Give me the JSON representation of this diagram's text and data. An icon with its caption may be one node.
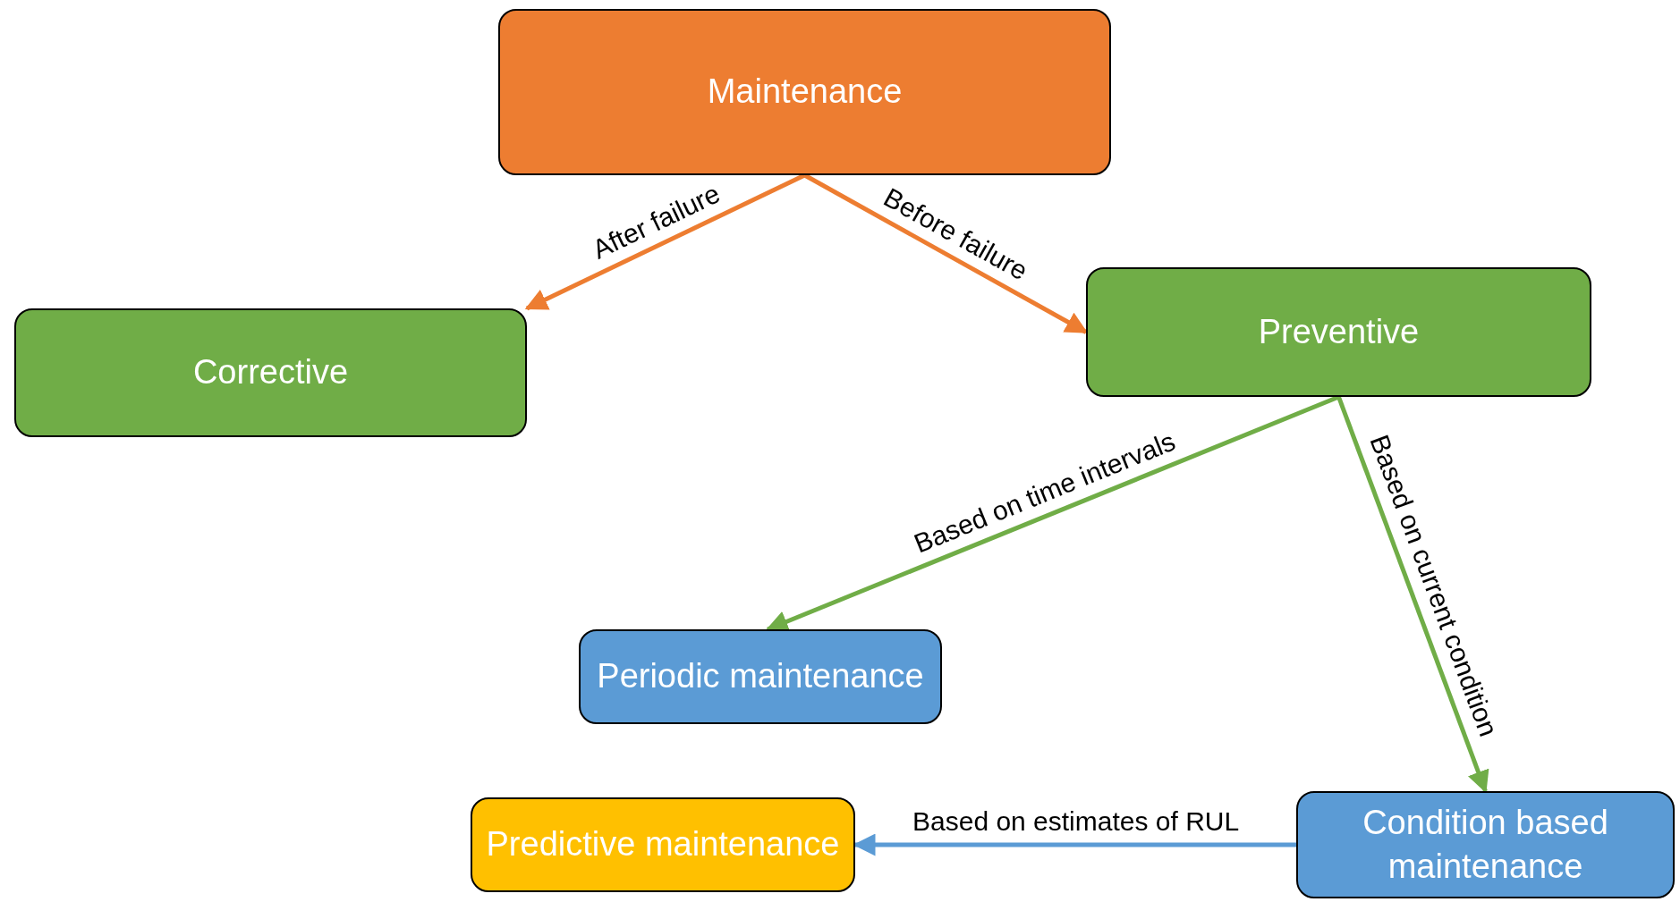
{
  "diagram": {
    "nodes": [
      {
        "text": [
          "Maintenance"
        ]
      },
      {
        "text": [
          "Corrective"
        ]
      },
      {
        "text": [
          "Preventive"
        ]
      },
      {
        "text": [
          "Periodic maintenance"
        ]
      },
      {
        "text": [
          "Predictive maintenance"
        ]
      },
      {
        "text": [
          "Condition based maintenance"
        ]
      }
    ],
    "edges": [
      {
        "from": 0,
        "to": 1,
        "arrow": "to",
        "label": "After failure",
        "color": "#ed7d31"
      },
      {
        "from": 0,
        "to": 2,
        "arrow": "to",
        "label": "Before failure",
        "color": "#ed7d31"
      },
      {
        "from": 2,
        "to": 3,
        "arrow": "to",
        "label": "Based on time intervals",
        "color": "#70ad47"
      },
      {
        "from": 2,
        "to": 5,
        "arrow": "to",
        "label": "Based on current condition",
        "color": "#70ad47"
      },
      {
        "from": 5,
        "to": 4,
        "arrow": "to",
        "label": "Based on estimates of RUL",
        "color": "#5b9bd5"
      }
    ]
  }
}
